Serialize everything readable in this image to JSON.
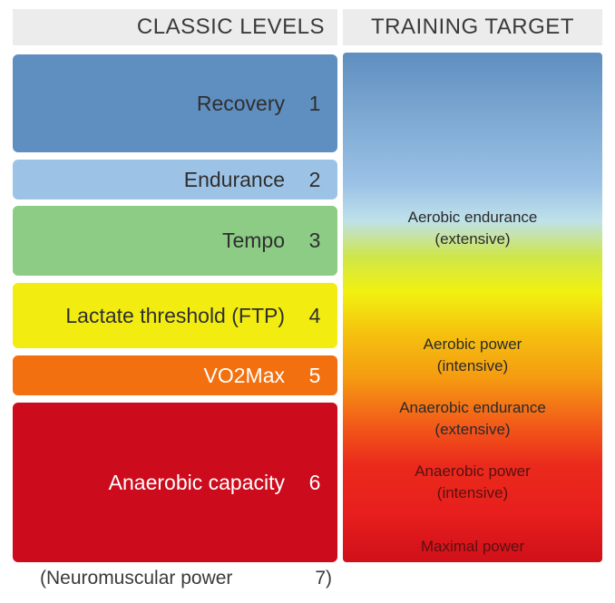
{
  "headers": {
    "left": "CLASSIC LEVELS",
    "right": "TRAINING TARGET"
  },
  "levels": [
    {
      "name": "Recovery",
      "number": "1",
      "color": "#5f8fc0"
    },
    {
      "name": "Endurance",
      "number": "2",
      "color": "#9cc3e6"
    },
    {
      "name": "Tempo",
      "number": "3",
      "color": "#8ccc84"
    },
    {
      "name": "Lactate threshold (FTP)",
      "number": "4",
      "color": "#f2ec10"
    },
    {
      "name": "VO2Max",
      "number": "5",
      "color": "#f2700f"
    },
    {
      "name": "Anaerobic capacity",
      "number": "6",
      "color": "#cc0b1c"
    }
  ],
  "extra_level": {
    "name": "(Neuromuscular power",
    "number": "7)"
  },
  "training_targets": [
    {
      "line1": "Aerobic endurance",
      "line2": "(extensive)"
    },
    {
      "line1": "Aerobic power",
      "line2": "(intensive)"
    },
    {
      "line1": "Anaerobic endurance",
      "line2": "(extensive)"
    },
    {
      "line1": "Anaerobic power",
      "line2": "(intensive)"
    },
    {
      "line1": "Maximal power",
      "line2": ""
    }
  ]
}
